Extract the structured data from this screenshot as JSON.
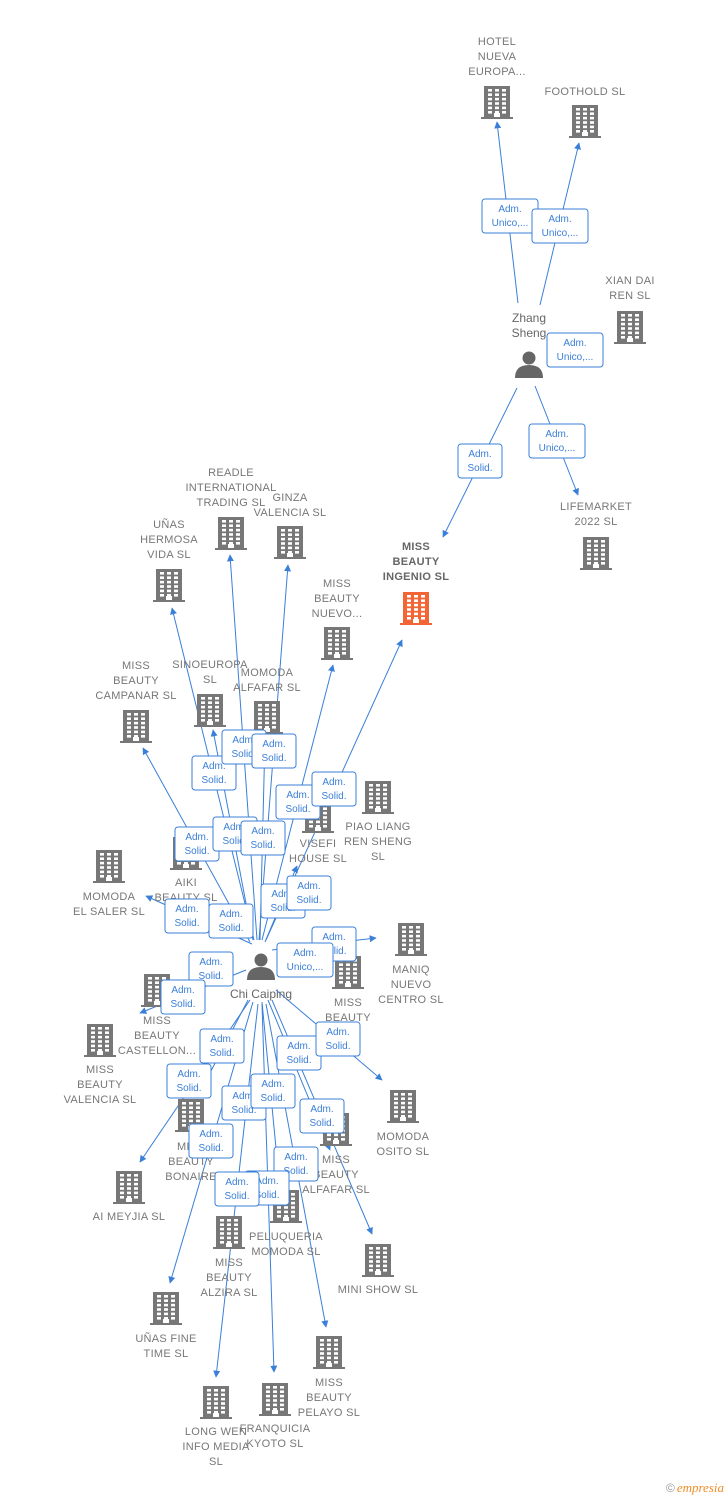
{
  "colors": {
    "building": "#777777",
    "focus": "#f26535",
    "person": "#666666",
    "edge": "#3a7fd8"
  },
  "persons": [
    {
      "id": "zhang",
      "lines": [
        "Zhang",
        "Sheng"
      ]
    },
    {
      "id": "chi",
      "lines": [
        "Chi Caiping"
      ]
    }
  ],
  "companies": [
    {
      "id": "hotel_nueva",
      "lines": [
        "HOTEL",
        "NUEVA",
        "EUROPA..."
      ]
    },
    {
      "id": "foothold",
      "lines": [
        "FOOTHOLD  SL"
      ]
    },
    {
      "id": "xian_dai",
      "lines": [
        "XIAN DAI",
        "REN SL"
      ]
    },
    {
      "id": "lifemarket",
      "lines": [
        "LIFEMARKET",
        "2022  SL"
      ]
    },
    {
      "id": "miss_ingenio",
      "lines": [
        "MISS",
        "BEAUTY",
        "INGENIO  SL"
      ],
      "focus": true
    },
    {
      "id": "readle",
      "lines": [
        "READLE",
        "INTERNATIONAL",
        "TRADING  SL"
      ]
    },
    {
      "id": "ginza",
      "lines": [
        "GINZA",
        "VALENCIA  SL"
      ]
    },
    {
      "id": "unas_hermosa",
      "lines": [
        "UÑAS",
        "HERMOSA",
        "VIDA  SL"
      ]
    },
    {
      "id": "miss_nuevo",
      "lines": [
        "MISS",
        "BEAUTY",
        "NUEVO..."
      ]
    },
    {
      "id": "miss_campanar",
      "lines": [
        "MISS",
        "BEAUTY",
        "CAMPANAR  SL"
      ]
    },
    {
      "id": "sinoeuropa",
      "lines": [
        "SINOEUROPA",
        "SL"
      ]
    },
    {
      "id": "momoda_alfafar",
      "lines": [
        "MOMODA",
        "ALFAFAR  SL"
      ]
    },
    {
      "id": "piao_liang",
      "lines": [
        "PIAO LIANG",
        "REN SHENG",
        "SL"
      ]
    },
    {
      "id": "visefi",
      "lines": [
        "VISEFI",
        "HOUSE  SL"
      ]
    },
    {
      "id": "aiki",
      "lines": [
        "AIKI",
        "BEAUTY  SL"
      ]
    },
    {
      "id": "momoda_saler",
      "lines": [
        "MOMODA",
        "EL SALER  SL"
      ]
    },
    {
      "id": "maniq",
      "lines": [
        "MANIQ",
        "NUEVO",
        "CENTRO  SL"
      ]
    },
    {
      "id": "miss_s",
      "lines": [
        "MISS",
        "BEAUTY",
        "S..."
      ]
    },
    {
      "id": "miss_castellon",
      "lines": [
        "MISS",
        "BEAUTY",
        "CASTELLON..."
      ]
    },
    {
      "id": "miss_valencia",
      "lines": [
        "MISS",
        "BEAUTY",
        "VALENCIA  SL"
      ]
    },
    {
      "id": "momoda_osito",
      "lines": [
        "MOMODA",
        "OSITO  SL"
      ]
    },
    {
      "id": "miss_bonaire",
      "lines": [
        "MISS",
        "BEAUTY",
        "BONAIRE"
      ]
    },
    {
      "id": "miss_alfafar",
      "lines": [
        "MISS",
        "BEAUTY",
        "ALFAFAR  SL"
      ]
    },
    {
      "id": "ai_meyjia",
      "lines": [
        "AI MEYJIA  SL"
      ]
    },
    {
      "id": "peluqueria",
      "lines": [
        "PELUQUERIA",
        "MOMODA  SL"
      ]
    },
    {
      "id": "miss_alzira",
      "lines": [
        "MISS",
        "BEAUTY",
        "ALZIRA  SL"
      ]
    },
    {
      "id": "mini_show",
      "lines": [
        "MINI SHOW  SL"
      ]
    },
    {
      "id": "unas_fine",
      "lines": [
        "UÑAS FINE",
        "TIME  SL"
      ]
    },
    {
      "id": "miss_pelayo",
      "lines": [
        "MISS",
        "BEAUTY",
        "PELAYO  SL"
      ]
    },
    {
      "id": "long_wen",
      "lines": [
        "LONG WEN",
        "INFO MEDIA",
        "SL"
      ]
    },
    {
      "id": "franquicia",
      "lines": [
        "FRANQUICIA",
        "KYOTO  SL"
      ]
    }
  ],
  "badges": [
    {
      "lines": [
        "Adm.",
        "Unico,..."
      ]
    },
    {
      "lines": [
        "Adm.",
        "Unico,..."
      ]
    },
    {
      "lines": [
        "Adm.",
        "Unico,..."
      ]
    },
    {
      "lines": [
        "Adm.",
        "Unico,..."
      ]
    },
    {
      "lines": [
        "Adm.",
        "Solid."
      ]
    },
    {
      "lines": [
        "Adm.",
        "Solid."
      ]
    },
    {
      "lines": [
        "Adm.",
        "Solid."
      ]
    },
    {
      "lines": [
        "Adm.",
        "Solid."
      ]
    },
    {
      "lines": [
        "Adm.",
        "Solid."
      ]
    },
    {
      "lines": [
        "Adm.",
        "Solid."
      ]
    },
    {
      "lines": [
        "Adm.",
        "Solid."
      ]
    },
    {
      "lines": [
        "Adm.",
        "Solid."
      ]
    },
    {
      "lines": [
        "Adm.",
        "Solid."
      ]
    },
    {
      "lines": [
        "Adm.",
        "Solid."
      ]
    },
    {
      "lines": [
        "Adm.",
        "Solid."
      ]
    },
    {
      "lines": [
        "Adm.",
        "Solid."
      ]
    },
    {
      "lines": [
        "Adm.",
        "Solid."
      ]
    },
    {
      "lines": [
        "Adm.",
        "Solid."
      ]
    },
    {
      "lines": [
        "Adm.",
        "Unico,..."
      ]
    },
    {
      "lines": [
        "Adm.",
        "Solid."
      ]
    },
    {
      "lines": [
        "Adm.",
        "Solid."
      ]
    },
    {
      "lines": [
        "Adm.",
        "Solid."
      ]
    },
    {
      "lines": [
        "Adm.",
        "Solid."
      ]
    },
    {
      "lines": [
        "Adm.",
        "Solid."
      ]
    },
    {
      "lines": [
        "Adm.",
        "Solid."
      ]
    },
    {
      "lines": [
        "Adm.",
        "Solid."
      ]
    },
    {
      "lines": [
        "Adm.",
        "Solid."
      ]
    },
    {
      "lines": [
        "Adm.",
        "Solid."
      ]
    },
    {
      "lines": [
        "Adm.",
        "Solid."
      ]
    },
    {
      "lines": [
        "Adm.",
        "Solid."
      ]
    },
    {
      "lines": [
        "Adm.",
        "Solid."
      ]
    },
    {
      "lines": [
        "Adm.",
        "Solid."
      ]
    },
    {
      "lines": [
        "Adm.",
        "Unico"
      ]
    }
  ],
  "footer": {
    "copyright": "©",
    "brand": "empresia"
  }
}
